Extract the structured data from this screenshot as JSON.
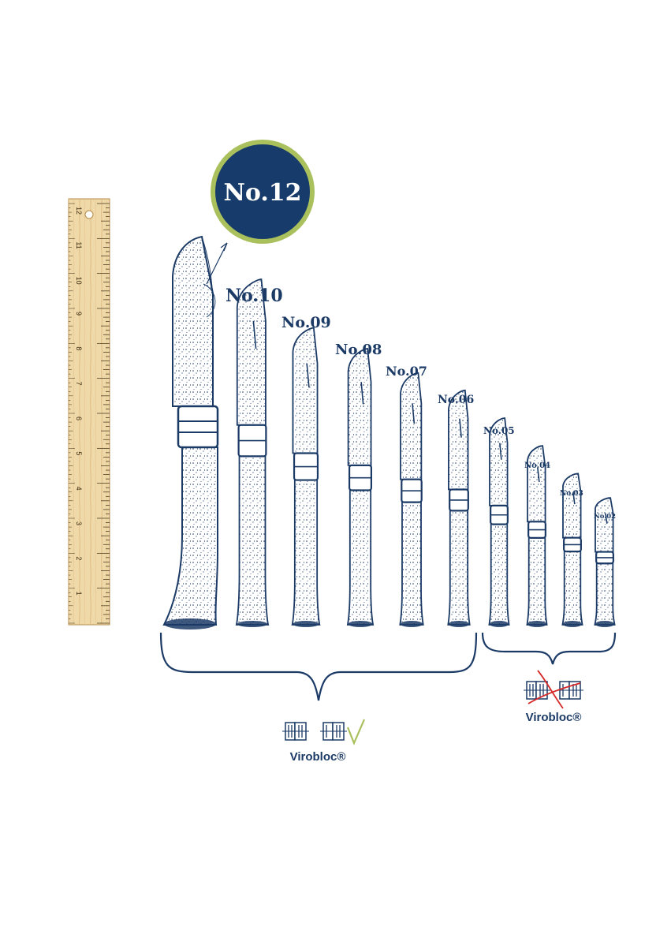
{
  "badge": {
    "label": "No.12",
    "ring_color": "#a9c05c",
    "fill_color": "#173b6b"
  },
  "knives": [
    {
      "label": "No.10",
      "size": 1.0
    },
    {
      "label": "No.09",
      "size": 0.86
    },
    {
      "label": "No.08",
      "size": 0.8
    },
    {
      "label": "No.07",
      "size": 0.73
    },
    {
      "label": "No.06",
      "size": 0.68
    },
    {
      "label": "No.05",
      "size": 0.6
    },
    {
      "label": "No.04",
      "size": 0.52
    },
    {
      "label": "No.03",
      "size": 0.44
    },
    {
      "label": "No.02",
      "size": 0.37
    }
  ],
  "ruler": {
    "numbers": [
      "1",
      "2",
      "3",
      "4",
      "5",
      "6",
      "7",
      "8",
      "9",
      "10",
      "11",
      "12"
    ]
  },
  "groups": [
    {
      "name": "Virobloc®",
      "has_virobloc": true
    },
    {
      "name": "Virobloc®",
      "has_virobloc": false
    }
  ],
  "colors": {
    "ink": "#1b3a66",
    "wood": "#f0d9a8",
    "check": "#a9c05c",
    "cross": "#d62a2a"
  }
}
